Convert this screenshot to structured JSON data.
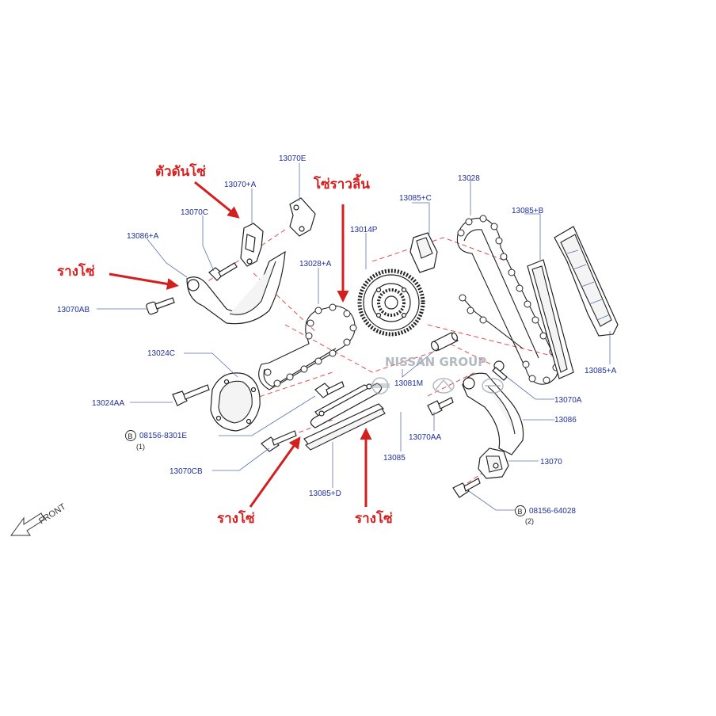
{
  "colors": {
    "part_number": "#1f2f9a",
    "callout": "#d41f1f",
    "guide_dash": "#e03a3a",
    "leader": "#5b6fb5"
  },
  "watermark": "NISSAN GROUP",
  "part_numbers": {
    "p13070E": "13070E",
    "p13070_A": "13070+A",
    "p13070C": "13070C",
    "p13086_A": "13086+A",
    "p13070AB": "13070AB",
    "p13028_A": "13028+A",
    "p13014P": "13014P",
    "p13085_C": "13085+C",
    "p13028": "13028",
    "p13085_B": "13085+B",
    "p13085_A": "13085+A",
    "p13024C": "13024C",
    "p13024AA": "13024AA",
    "p08156_8301E": "08156-8301E",
    "p13070CB": "13070CB",
    "p13081M": "13081M",
    "p13070A": "13070A",
    "p13086": "13086",
    "p13070AA": "13070AA",
    "p13085": "13085",
    "p13085_D": "13085+D",
    "p13070": "13070",
    "p08156_64028": "08156-64028"
  },
  "bolt_markers": {
    "b1": "B",
    "b2": "B"
  },
  "quantities": {
    "q1": "(1)",
    "q2": "(2)"
  },
  "callouts": {
    "tensioner": "ตัวดันโซ่",
    "timing_chain": "โซ่ราวลิ้น",
    "guide_left": "รางโซ่",
    "guide_bottom_1": "รางโซ่",
    "guide_bottom_2": "รางโซ่"
  },
  "front_label": "FRONT"
}
